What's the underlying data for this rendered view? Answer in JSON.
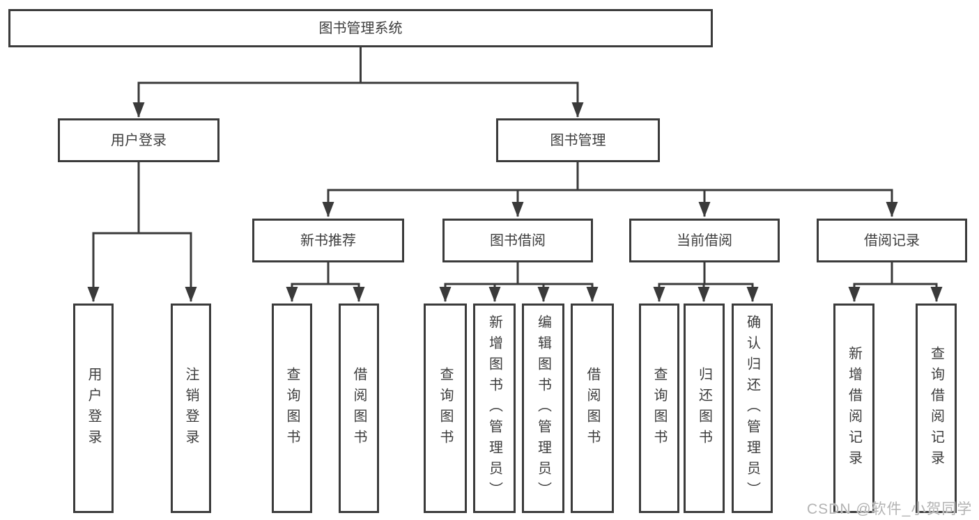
{
  "diagram": {
    "type": "hierarchy-tree",
    "root": {
      "label": "图书管理系统"
    },
    "login": {
      "label": "用户登录",
      "children": [
        {
          "label": "用户登录"
        },
        {
          "label": "注销登录"
        }
      ]
    },
    "management": {
      "label": "图书管理",
      "groups": [
        {
          "label": "新书推荐",
          "children": [
            {
              "label": "查询图书"
            },
            {
              "label": "借阅图书"
            }
          ]
        },
        {
          "label": "图书借阅",
          "children": [
            {
              "label": "查询图书"
            },
            {
              "label": "新增图书（管理员）"
            },
            {
              "label": "编辑图书（管理员）"
            },
            {
              "label": "借阅图书"
            }
          ]
        },
        {
          "label": "当前借阅",
          "children": [
            {
              "label": "查询图书"
            },
            {
              "label": "归还图书"
            },
            {
              "label": "确认归还（管理员）"
            }
          ]
        },
        {
          "label": "借阅记录",
          "children": [
            {
              "label": "新增借阅记录"
            },
            {
              "label": "查询借阅记录"
            }
          ]
        }
      ]
    },
    "watermark": "CSDN @软件_小贺同学",
    "colors": {
      "line": "#3a3a3a",
      "border": "#3b3b3b",
      "text": "#3d3d3d",
      "watermark": "#b3b3b3",
      "background": "#ffffff"
    }
  }
}
